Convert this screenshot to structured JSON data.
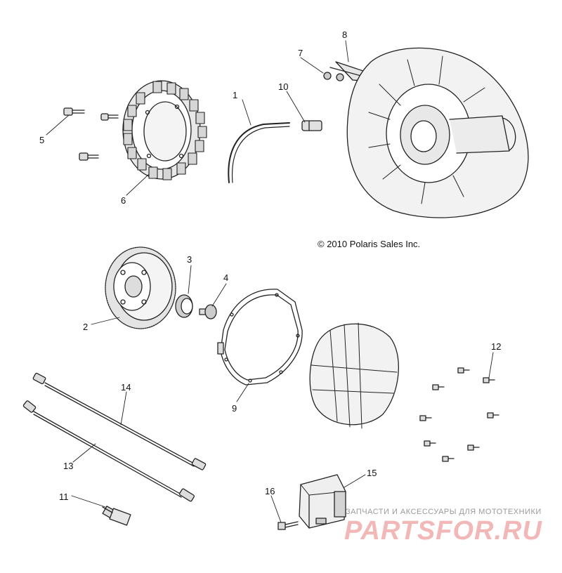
{
  "diagram": {
    "callouts": [
      "1",
      "2",
      "3",
      "4",
      "5",
      "6",
      "7",
      "8",
      "9",
      "10",
      "11",
      "12",
      "13",
      "14",
      "15",
      "16"
    ],
    "copyright": "© 2010 Polaris Sales Inc."
  },
  "watermark": {
    "subtitle": "ЗАПЧАСТИ И АКСЕССУАРЫ ДЛЯ МОТОТЕХНИКИ",
    "logo_text": "PARTSFOR.RU",
    "color": "#f2b8b8"
  }
}
